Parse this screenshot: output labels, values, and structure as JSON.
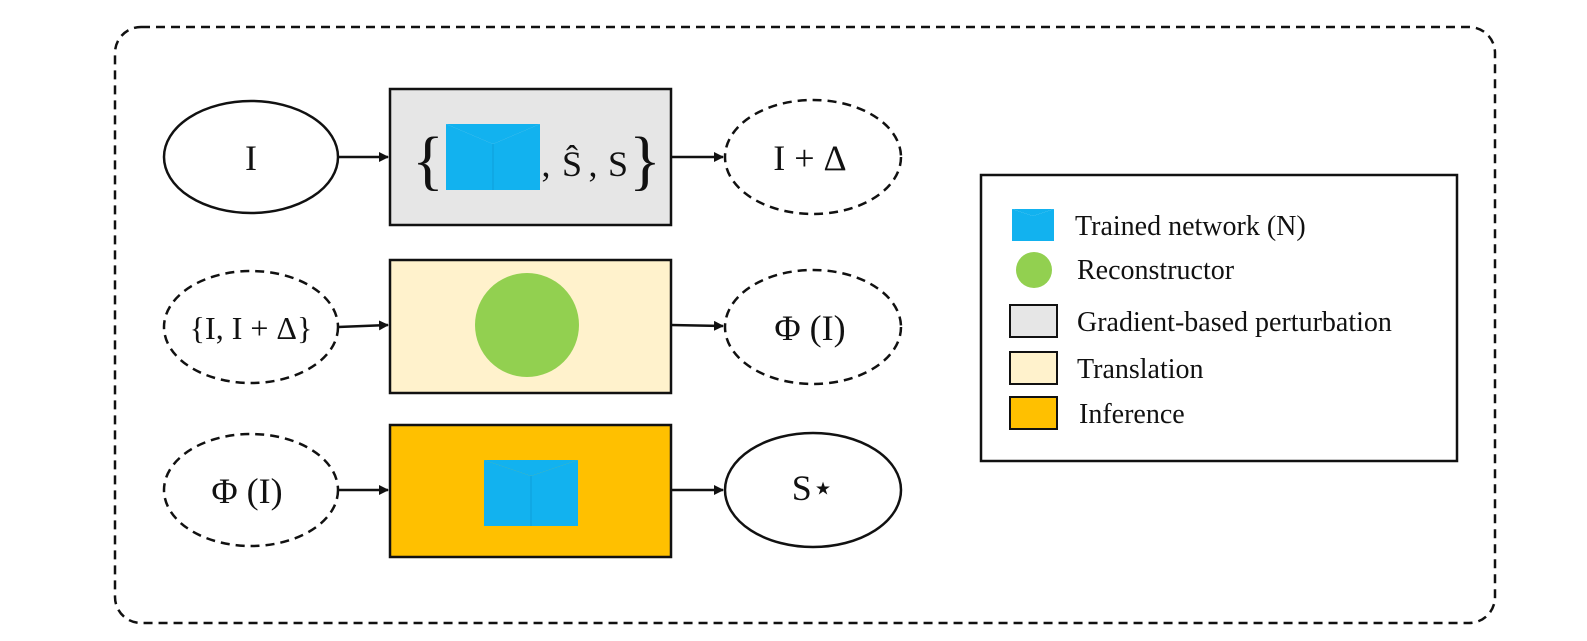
{
  "diagram": {
    "rows": [
      {
        "input": "I",
        "input_style": "solid",
        "process": {
          "kind": "gradient-based-perturbation",
          "fill": "#e6e6e6",
          "brace_open": "{",
          "sep1": ",",
          "s_hat": "Ŝ",
          "sep2": ",",
          "s": "S",
          "brace_close": "}"
        },
        "output": "I + Δ",
        "output_style": "dashed"
      },
      {
        "input": "{I, I + Δ}",
        "input_style": "dashed",
        "process": {
          "kind": "translation",
          "fill": "#fff2cc"
        },
        "output": "Φ (I)",
        "output_style": "dashed"
      },
      {
        "input": "Φ (I)",
        "input_style": "dashed",
        "process": {
          "kind": "inference",
          "fill": "#ffc000"
        },
        "output": "S⋆",
        "output_style": "solid"
      }
    ],
    "legend": {
      "items": [
        {
          "icon": "trained-network-icon",
          "label": "Trained network (N)"
        },
        {
          "icon": "reconstructor-icon",
          "label": "Reconstructor"
        },
        {
          "icon": "gradient-swatch",
          "label": "Gradient-based perturbation",
          "color": "#e6e6e6"
        },
        {
          "icon": "translation-swatch",
          "label": "Translation",
          "color": "#fff2cc"
        },
        {
          "icon": "inference-swatch",
          "label": "Inference",
          "color": "#ffc000"
        }
      ]
    },
    "colors": {
      "network": "#12b2ef",
      "reconstructor": "#92d050",
      "stroke": "#111111"
    }
  }
}
